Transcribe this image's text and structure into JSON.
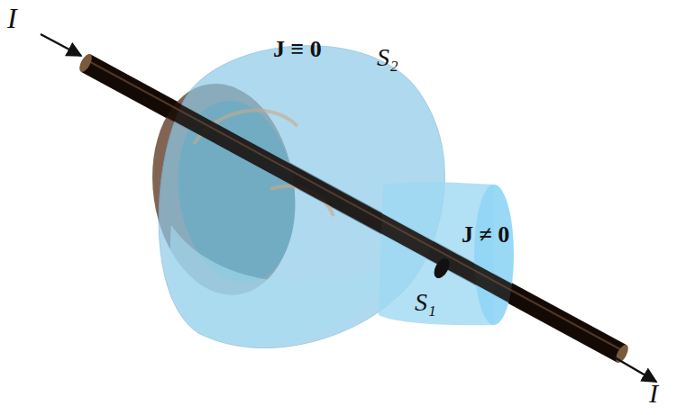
{
  "diagram": {
    "labels": [
      "I",
      "J ≡ 0",
      "S₂",
      "J ≠ 0",
      "S₁",
      "I"
    ]
  }
}
